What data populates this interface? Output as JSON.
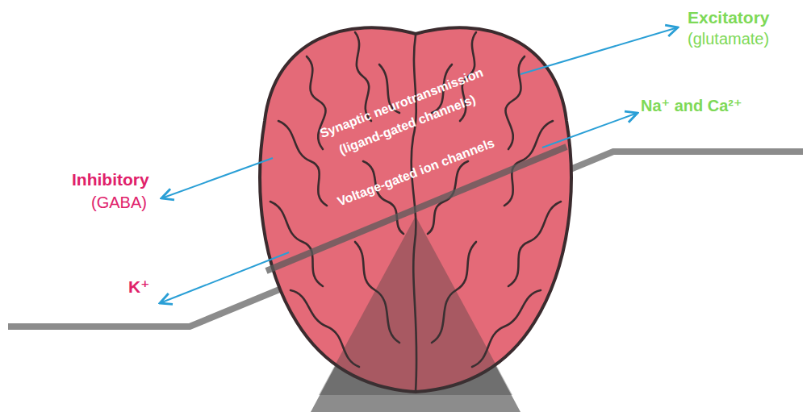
{
  "diagram": {
    "labels": [
      "Excitatory",
      "(glutamate)",
      "Na⁺ and Ca²⁺",
      "Synaptic neurotransmission",
      "(ligand-gated channels)",
      "Voltage-gated ion channels",
      "Inhibitory",
      "(GABA)",
      "K⁺"
    ]
  }
}
